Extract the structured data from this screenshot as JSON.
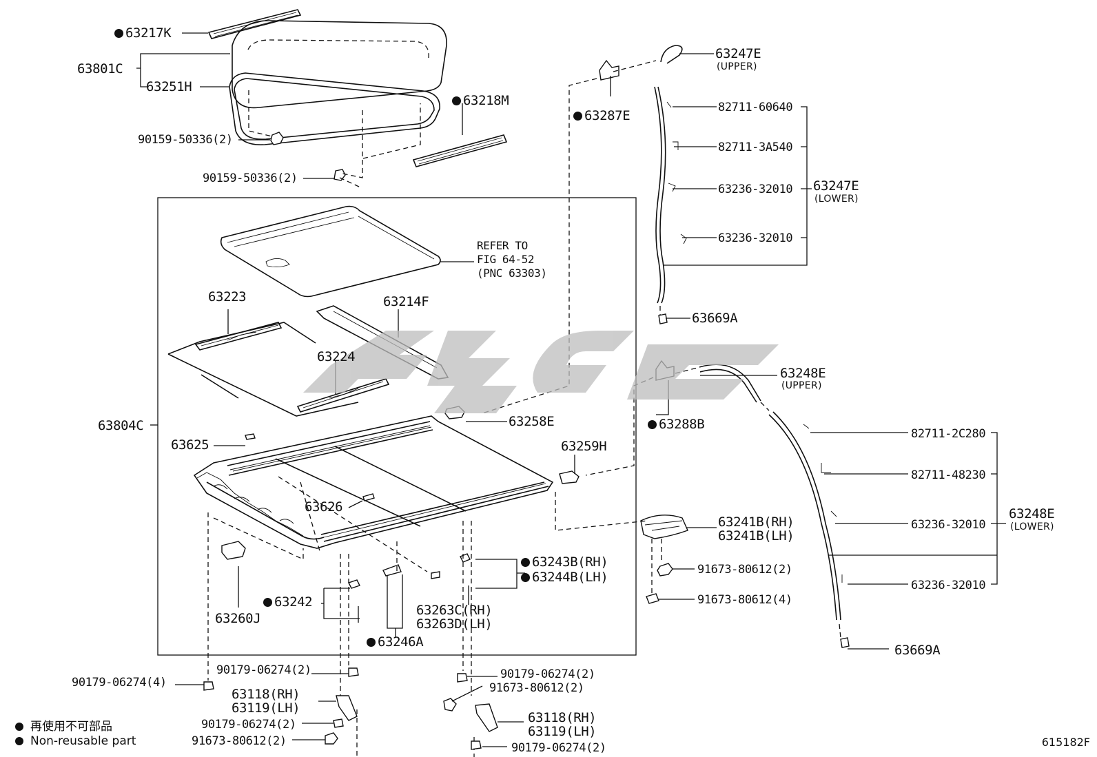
{
  "parts": {
    "p63217K": "63217K",
    "p63801C": "63801C",
    "p63251H": "63251H",
    "p63218M": "63218M",
    "p90159a": "90159-50336(2)",
    "p90159b": "90159-50336(2)",
    "p63247E_up": "63247E",
    "p63247E_up_sub": "(UPPER)",
    "p63287E": "63287E",
    "p82711_60640": "82711-60640",
    "p82711_3A540": "82711-3A540",
    "p63236_a": "63236-32010",
    "p63236_b": "63236-32010",
    "p63247E_low": "63247E",
    "p63247E_low_sub": "(LOWER)",
    "p63669A_a": "63669A",
    "refer1": "REFER TO",
    "refer2": "FIG 64-52",
    "refer3": "(PNC 63303)",
    "p63223": "63223",
    "p63214F": "63214F",
    "p63224": "63224",
    "p63248E_up": "63248E",
    "p63248E_up_sub": "(UPPER)",
    "p63804C": "63804C",
    "p63258E": "63258E",
    "p63288B": "63288B",
    "p63625": "63625",
    "p63259H": "63259H",
    "p82711_2C280": "82711-2C280",
    "p82711_48230": "82711-48230",
    "p63248E_low": "63248E",
    "p63248E_low_sub": "(LOWER)",
    "p63236_c": "63236-32010",
    "p63626": "63626",
    "p63241B_rh": "63241B(RH)",
    "p63241B_lh": "63241B(LH)",
    "p63243B": "63243B(RH)",
    "p63244B": "63244B(LH)",
    "p91673_a": "91673-80612(2)",
    "p63242": "63242",
    "p63260J": "63260J",
    "p63263C": "63263C(RH)",
    "p63263D": "63263D(LH)",
    "p91673_b": "91673-80612(4)",
    "p63236_d": "63236-32010",
    "p63246A": "63246A",
    "p63669A_b": "63669A",
    "p90179_a": "90179-06274(2)",
    "p90179_b": "90179-06274(2)",
    "p90179_c": "90179-06274(4)",
    "p91673_c": "91673-80612(2)",
    "p63118_a": "63118(RH)",
    "p63119_a": "63119(LH)",
    "p63118_b": "63118(RH)",
    "p63119_b": "63119(LH)",
    "p90179_d": "90179-06274(2)",
    "p91673_d": "91673-80612(2)",
    "p90179_e": "90179-06274(2)"
  },
  "legend": {
    "jp": "再使用不可部品",
    "en": "Non-reusable part"
  },
  "figure_number": "615182F"
}
